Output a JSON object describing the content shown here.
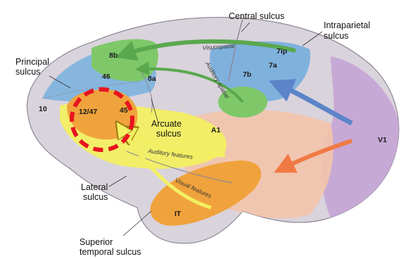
{
  "labels": {
    "central_sulcus": "Central sulcus",
    "intraparietal_line1": "Intraparietal",
    "intraparietal_line2": "sulcus",
    "principal_line1": "Principal",
    "principal_line2": "sulcus",
    "arcuate_line1": "Arcuate",
    "arcuate_line2": "sulcus",
    "lateral_line1": "Lateral",
    "lateral_line2": "sulcus",
    "sts_line1": "Superior",
    "sts_line2": "temporal sulcus"
  },
  "areas": {
    "a8b": "8b",
    "a46": "46",
    "a8a": "8a",
    "a10": "10",
    "a12_47": "12/47",
    "a45": "45",
    "a7ip": "7ip",
    "a7a": "7a",
    "a7b": "7b",
    "a1": "A1",
    "it": "IT",
    "v1": "V1"
  },
  "pathways": {
    "visuospatial": "Visuospatial",
    "auditory_spatial": "Auditory spatial",
    "auditory_features": "Auditory features",
    "visual_features": "Visual features"
  },
  "colors": {
    "brain_base": "#d9d3dc",
    "occipital": "#c7a9d6",
    "temporal_peach": "#f2c4ab",
    "parietal_blue": "#7fb1dd",
    "prefrontal_green": "#7ec86a",
    "yellow": "#f3ef62",
    "orange": "#f0a33c",
    "arrow_green": "#5aa84e",
    "arrow_blue": "#5b84c9",
    "arrow_orange": "#f07a44",
    "arrow_yellow": "#e8c020",
    "highlight_red": "#e8141e"
  }
}
